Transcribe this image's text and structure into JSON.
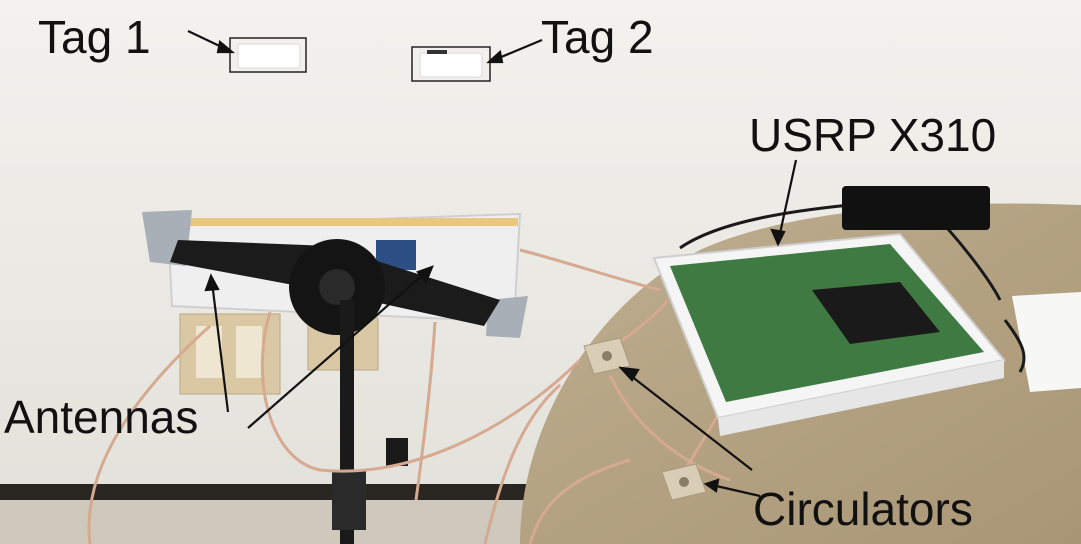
{
  "labels": {
    "tag1": "Tag 1",
    "tag2": "Tag 2",
    "usrp": "USRP X310",
    "antennas": "Antennas",
    "circulators": "Circulators"
  },
  "colors": {
    "wall": "#ecebe6",
    "table": "#b2a083",
    "panel": "#efefef",
    "mount": "#1b1b1b",
    "pcb": "#3f7a43",
    "cable": "#d6a991",
    "label_text": "#111111"
  }
}
